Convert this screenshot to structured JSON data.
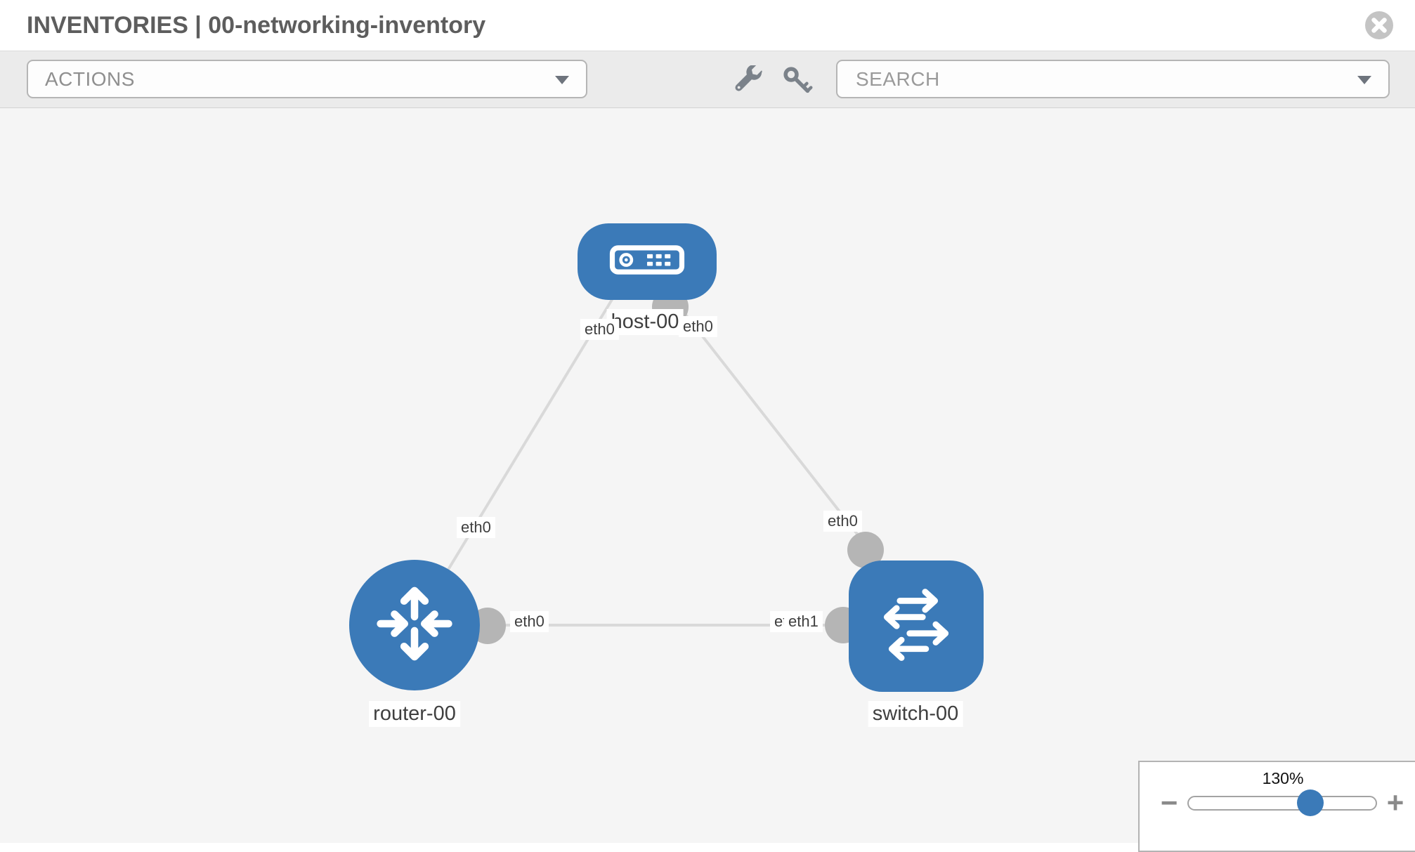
{
  "header": {
    "title": "INVENTORIES | 00-networking-inventory",
    "close_icon": "circle-x-icon"
  },
  "toolbar": {
    "actions_label": "ACTIONS",
    "search_placeholder": "SEARCH",
    "tool_icons": [
      "wrench-icon",
      "key-icon"
    ]
  },
  "topology": {
    "nodes": [
      {
        "label": "host-00",
        "type": "host",
        "icon": "server-icon"
      },
      {
        "label": "router-00",
        "type": "router",
        "icon": "router-arrows-icon"
      },
      {
        "label": "switch-00",
        "type": "switch",
        "icon": "switch-arrows-icon"
      }
    ],
    "links": [
      {
        "from": "host-00",
        "from_interface": "eth0",
        "to": "router-00",
        "to_interface": "eth0"
      },
      {
        "from": "host-00",
        "from_interface": "eth0",
        "to": "switch-00",
        "to_interface": "eth0"
      },
      {
        "from": "router-00",
        "from_interface": "eth0",
        "to": "switch-00",
        "to_interface": "eth1"
      }
    ],
    "labels": {
      "host": "host-00",
      "router": "router-00",
      "switch": "switch-00",
      "host_if_left": "eth0",
      "host_if_right": "eth0",
      "router_if_top": "eth0",
      "switch_if_top": "eth0",
      "router_if_right": "eth0",
      "switch_if_left_under": "eth0",
      "switch_if_left": "eth1"
    }
  },
  "zoom_control": {
    "level": "130%",
    "minus_label": "−",
    "plus_label": "+"
  },
  "colors": {
    "node_blue": "#3b7ab8",
    "link_gray": "#d9d9d9",
    "connector_gray": "#b5b5b5",
    "toolbar_bg": "#ebebeb",
    "canvas_bg": "#f5f5f5",
    "title_gray": "#5d5d5d"
  }
}
